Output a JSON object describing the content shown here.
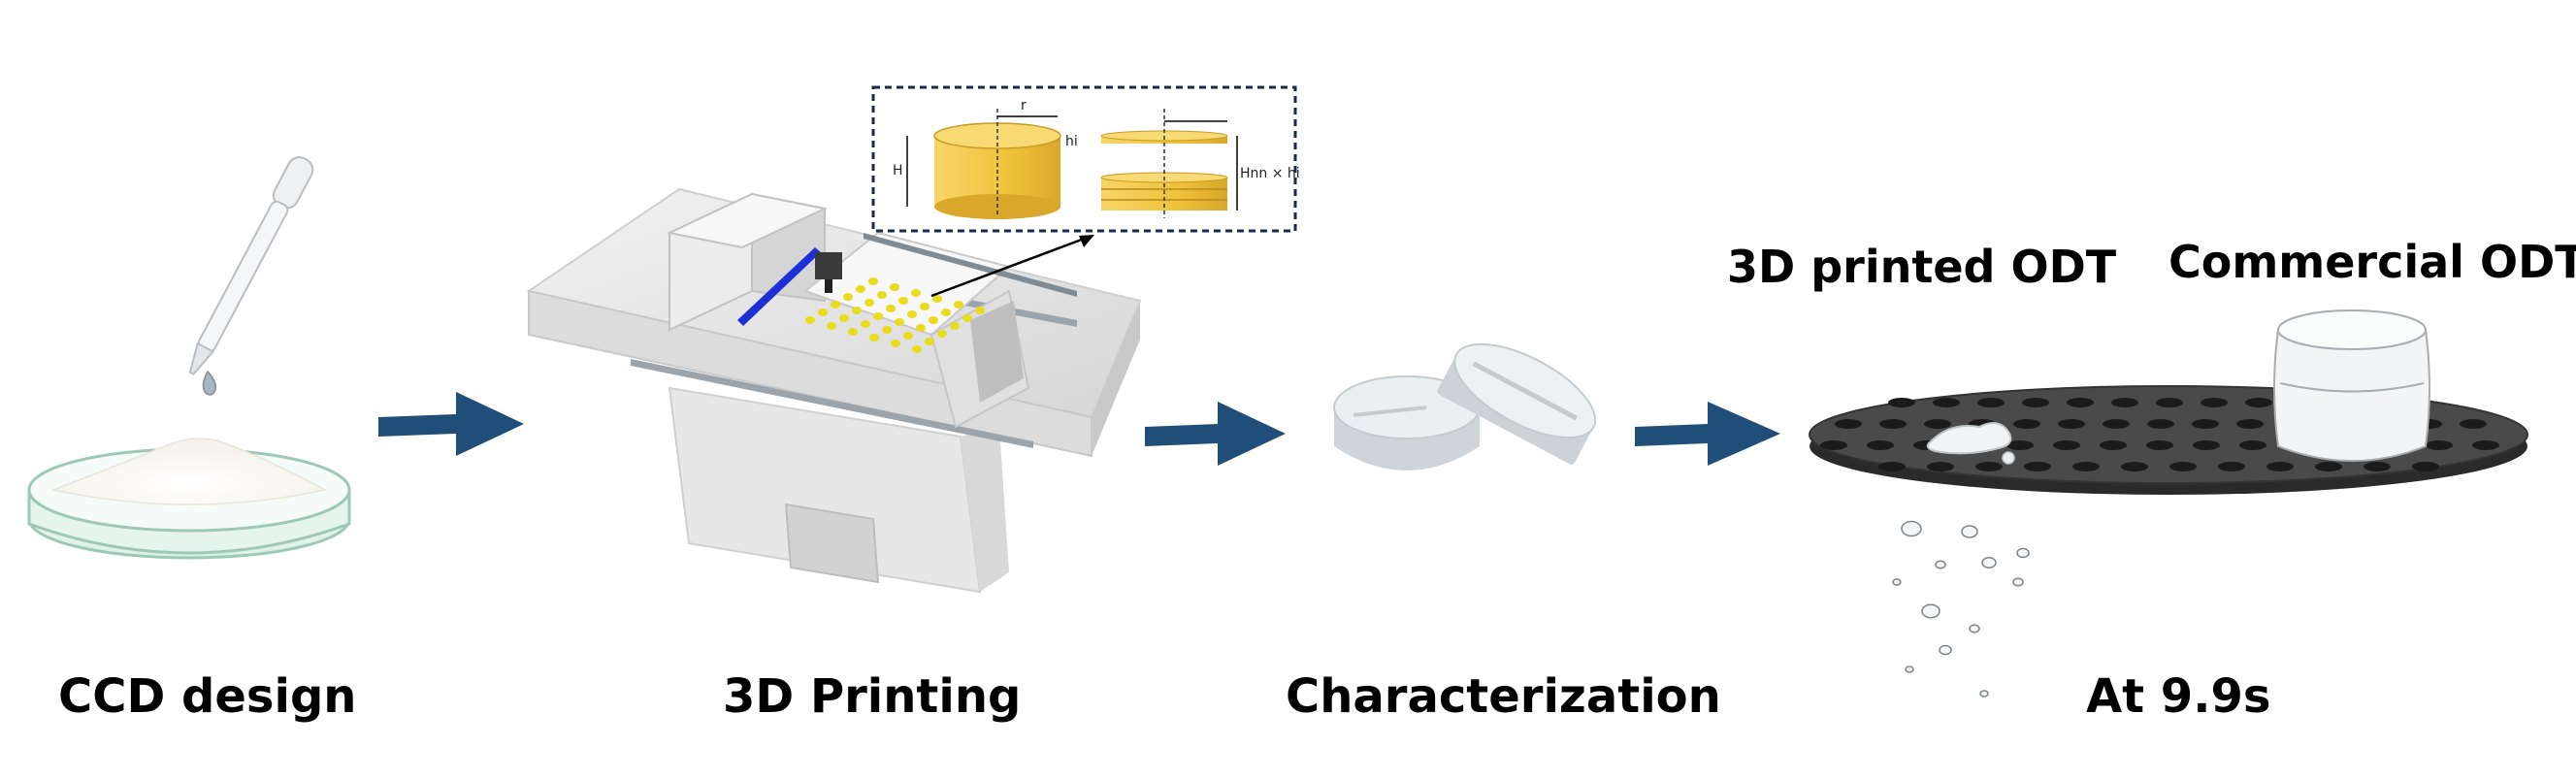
{
  "stages": [
    {
      "label": "CCD design"
    },
    {
      "label": "3D Printing"
    },
    {
      "label": "Characterization"
    },
    {
      "label": "At 9.9s"
    }
  ],
  "odt_labels": {
    "printed": "3D printed ODT",
    "commercial": "Commercial ODT"
  },
  "inset": {
    "r": "r",
    "H": "H",
    "hi": "hi",
    "stack": "Hnn × hi"
  },
  "colors": {
    "arrow": "#1f4e79",
    "tablet_gold": "#f2c94c",
    "plate": "#3f3f3f",
    "bead": "#e8dc1c",
    "rail_blue": "#1d2fd6"
  }
}
